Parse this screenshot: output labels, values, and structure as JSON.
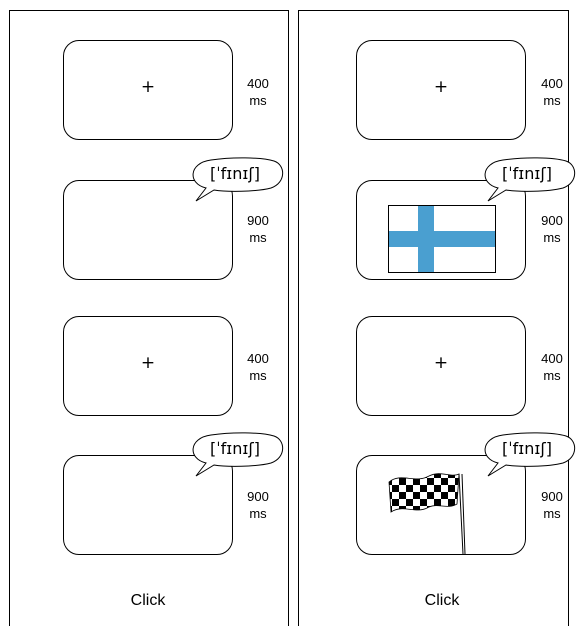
{
  "left": {
    "trials": [
      {
        "type": "fixation",
        "symbol": "+",
        "duration": [
          "400",
          "ms"
        ]
      },
      {
        "type": "word",
        "word": "[ˈfɪnɪʃ]",
        "duration": [
          "900",
          "ms"
        ]
      },
      {
        "type": "fixation",
        "symbol": "+",
        "duration": [
          "400",
          "ms"
        ]
      },
      {
        "type": "word",
        "word": "[ˈfɪnɪʃ]",
        "duration": [
          "900",
          "ms"
        ]
      }
    ],
    "response": "Click"
  },
  "right": {
    "trials": [
      {
        "type": "fixation",
        "symbol": "+",
        "duration": [
          "400",
          "ms"
        ]
      },
      {
        "type": "word",
        "word": "[ˈfɪnɪʃ]",
        "duration": [
          "900",
          "ms"
        ],
        "picture": "finland-flag-icon"
      },
      {
        "type": "fixation",
        "symbol": "+",
        "duration": [
          "400",
          "ms"
        ]
      },
      {
        "type": "word",
        "word": "[ˈfɪnɪʃ]",
        "duration": [
          "900",
          "ms"
        ],
        "picture": "checkered-flag-icon"
      }
    ],
    "response": "Click"
  },
  "colors": {
    "finland_blue": "#4a9fd0",
    "line": "#000000",
    "background": "#ffffff"
  }
}
